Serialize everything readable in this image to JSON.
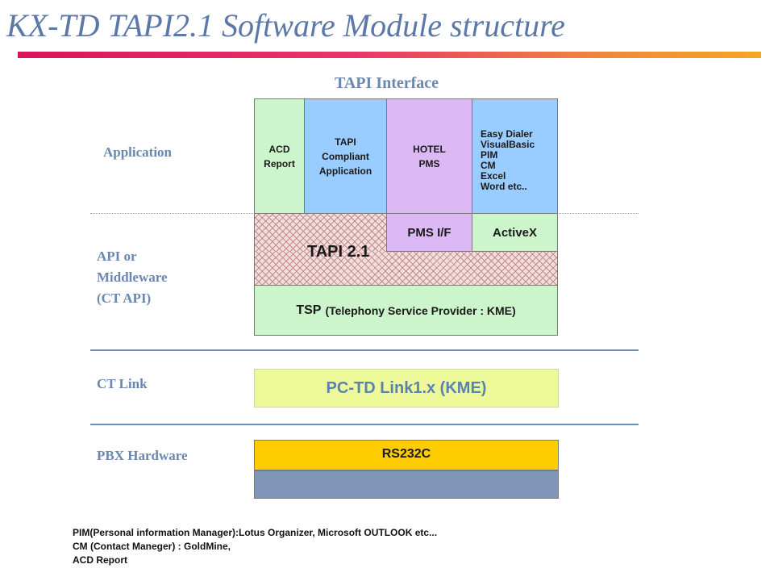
{
  "title": "KX-TD TAPI2.1 Software Module structure",
  "tapi_interface": "TAPI Interface",
  "layers": {
    "application": "Application",
    "api_line1": "API or",
    "api_line2": "Middleware",
    "api_line3": "(CT API)",
    "ct_link": "CT Link",
    "pbx_hardware": "PBX Hardware"
  },
  "boxes": {
    "acd": [
      "ACD",
      "Report"
    ],
    "tapi_app": [
      "TAPI",
      "Compliant",
      "Application"
    ],
    "hotel": [
      "HOTEL",
      "PMS"
    ],
    "easy": [
      "Easy Dialer",
      "VisualBasic",
      "PIM",
      "CM",
      "Excel",
      "Word etc.."
    ],
    "pms_if": "PMS I/F",
    "activex": "ActiveX",
    "tapi21": "TAPI 2.1",
    "tsp_bold": "TSP",
    "tsp_rest": "(Telephony Service Provider : KME)",
    "pctd": "PC-TD Link1.x (KME)",
    "rs232c": "RS232C"
  },
  "footer": [
    "PIM(Personal information Manager):Lotus Organizer, Microsoft OUTLOOK etc...",
    "CM (Contact Maneger) : GoldMine,",
    "ACD Report"
  ],
  "colors": {
    "title": "#5b78a8",
    "acd": "#ccf5cc",
    "tapi_app": "#99ccff",
    "hotel": "#dcb8f5",
    "easy": "#99ccff",
    "pms_if": "#dcb8f5",
    "activex": "#ccf5cc",
    "pctd": "#eefa99",
    "rs232c": "#ffcc00",
    "pbx_base": "#8096b8"
  }
}
